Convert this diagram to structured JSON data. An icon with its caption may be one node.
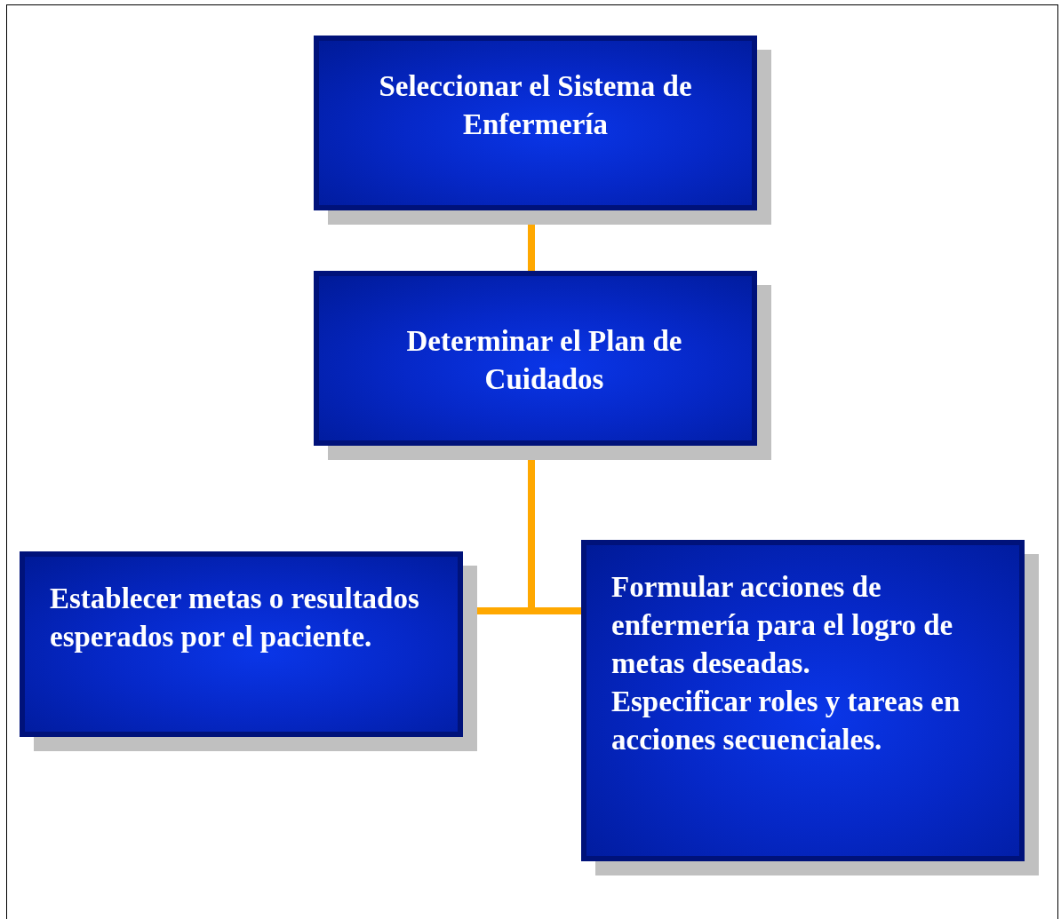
{
  "diagram": {
    "nodes": [
      {
        "text": [
          "Seleccionar el Sistema de Enfermería"
        ]
      },
      {
        "text": [
          "Determinar el Plan de Cuidados"
        ]
      },
      {
        "text": [
          "Establecer metas o resultados esperados por el paciente."
        ]
      },
      {
        "text": [
          "Formular acciones de enfermería para el logro de metas deseadas.",
          "Especificar roles y tareas en acciones secuenciales."
        ]
      }
    ],
    "edges": [
      {
        "from": 0,
        "to": 1,
        "arrow": "none"
      },
      {
        "from": 1,
        "to": 2,
        "arrow": "none"
      },
      {
        "from": 1,
        "to": 3,
        "arrow": "none"
      }
    ]
  }
}
